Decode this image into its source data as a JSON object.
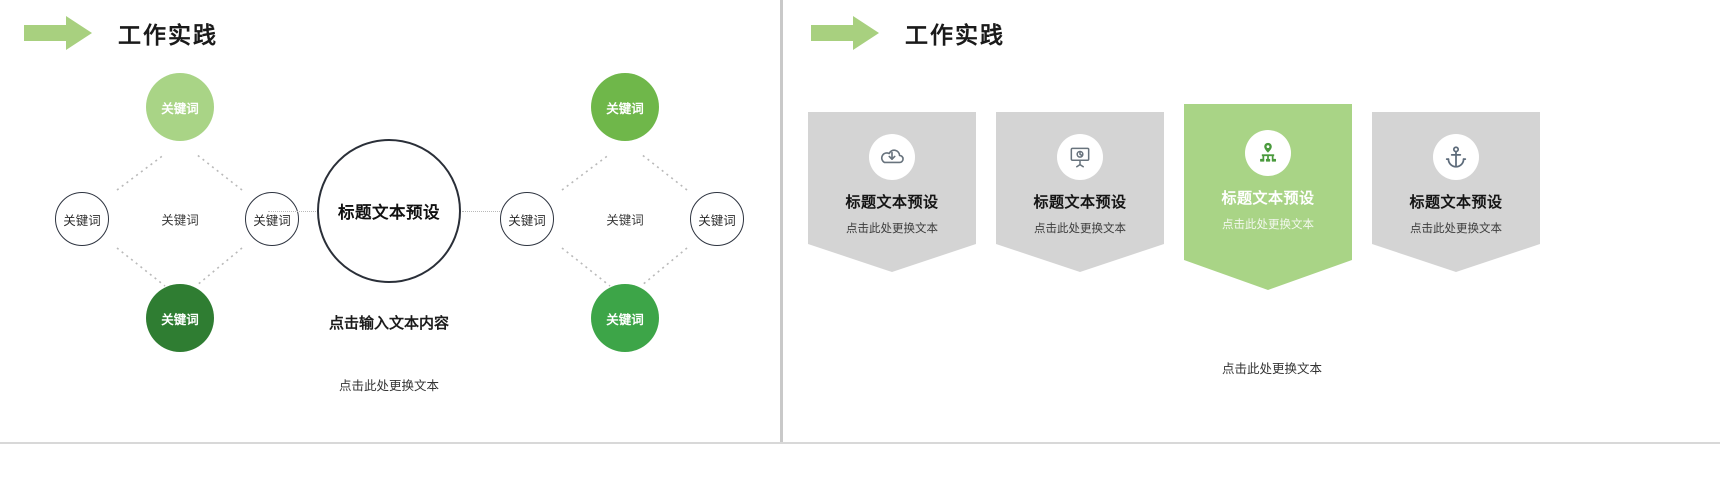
{
  "theme": {
    "arrow_green": "#a8d07f",
    "light_green": "#a9d486",
    "mid_green": "#6fb74a",
    "dark_green": "#2f7d32",
    "banner_green": "#a9d486",
    "banner_gray": "#d4d4d4",
    "banner_gray_shadow": "#bdbdbd",
    "outline": "#2e3440",
    "dotted": "#b9b9b9"
  },
  "slides": [
    {
      "header": {
        "arrow_icon": "arrow-right-icon",
        "title": "工作实践"
      },
      "clusters": [
        {
          "id": "left",
          "nodes": [
            {
              "position": "top",
              "label": "关键词",
              "style": "fill-light"
            },
            {
              "position": "left",
              "label": "关键词",
              "style": "outline"
            },
            {
              "position": "center",
              "label": "关键词",
              "style": "text"
            },
            {
              "position": "right",
              "label": "关键词",
              "style": "outline"
            },
            {
              "position": "bottom",
              "label": "关键词",
              "style": "fill-dark"
            }
          ]
        },
        {
          "id": "right",
          "nodes": [
            {
              "position": "top",
              "label": "关键词",
              "style": "fill-mid"
            },
            {
              "position": "left",
              "label": "关键词",
              "style": "outline"
            },
            {
              "position": "center",
              "label": "关键词",
              "style": "text"
            },
            {
              "position": "right",
              "label": "关键词",
              "style": "outline"
            },
            {
              "position": "bottom",
              "label": "关键词",
              "style": "fill-green"
            }
          ]
        }
      ],
      "center_circle": {
        "label": "标题文本预设"
      },
      "caption": "点击输入文本内容",
      "footer": "点击此处更换文本"
    },
    {
      "header": {
        "arrow_icon": "arrow-right-icon",
        "title": "工作实践"
      },
      "banners": [
        {
          "icon": "cloud-download-icon",
          "title": "标题文本预设",
          "subtitle": "点击此处更换文本",
          "variant": "gray"
        },
        {
          "icon": "presentation-chart-icon",
          "title": "标题文本预设",
          "subtitle": "点击此处更换文本",
          "variant": "gray"
        },
        {
          "icon": "location-network-icon",
          "title": "标题文本预设",
          "subtitle": "点击此处更换文本",
          "variant": "green"
        },
        {
          "icon": "anchor-icon",
          "title": "标题文本预设",
          "subtitle": "点击此处更换文本",
          "variant": "gray"
        }
      ],
      "footer": "点击此处更换文本"
    }
  ]
}
